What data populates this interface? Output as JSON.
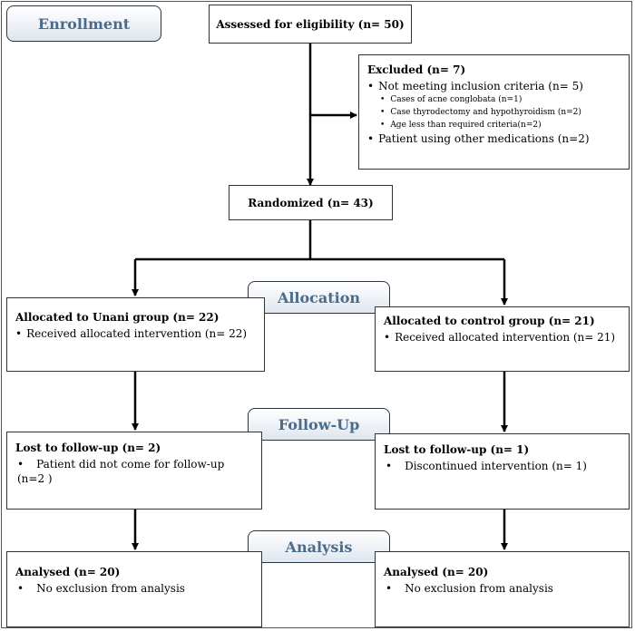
{
  "stages": {
    "enrollment": "Enrollment",
    "allocation": "Allocation",
    "followup": "Follow-Up",
    "analysis": "Analysis"
  },
  "assessed": "Assessed for eligibility (n= 50)",
  "excluded": {
    "title": "Excluded (n=  7)",
    "item1": "Not meeting inclusion criteria (n= 5)",
    "sub": [
      "Cases of acne conglobata  (n=1)",
      "Case thyrodectomy and hypothyroidism (n=2)",
      "Age less than required criteria(n=2)"
    ],
    "item2": "Patient using other medications (n=2)"
  },
  "randomized": "Randomized (n= 43)",
  "unani": {
    "allocated_title": "Allocated to Unani group (n= 22)",
    "allocated_item": "Received allocated intervention (n= 22)",
    "lost_title": "Lost to follow-up (n= 2)",
    "lost_item": "Patient did not come for follow-up (n=2 )",
    "analysed_title": "Analysed (n= 20)",
    "analysed_item": "No exclusion from analysis"
  },
  "control": {
    "allocated_title": "Allocated to control group (n= 21)",
    "allocated_item": "Received allocated intervention (n= 21)",
    "lost_title": "Lost to follow-up (n= 1)",
    "lost_item": "Discontinued intervention (n= 1)",
    "analysed_title": "Analysed (n= 20)",
    "analysed_item": "No exclusion from analysis"
  }
}
